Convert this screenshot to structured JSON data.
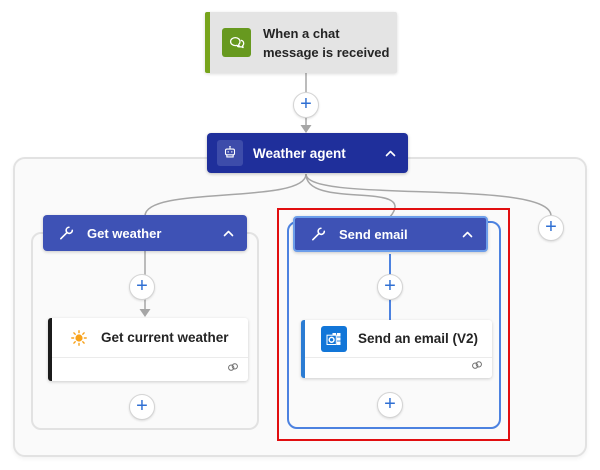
{
  "trigger": {
    "title": "When a chat message is received"
  },
  "agent": {
    "title": "Weather agent"
  },
  "branches": {
    "left": {
      "header": "Get weather",
      "action_title": "Get current weather"
    },
    "right": {
      "header": "Send email",
      "action_title": "Send an email (V2)",
      "selected": true
    }
  },
  "ui": {
    "plus": "+"
  },
  "icons": {
    "trigger": "chat-bubbles-icon",
    "agent": "robot-icon",
    "branch": "wrench-icon",
    "weather_action": "sun-icon",
    "email_action": "outlook-icon",
    "card_footer": "connection-rings-icon",
    "collapse": "chevron-up-icon",
    "add": "plus-icon"
  },
  "colors": {
    "trigger_bg": "#e4e4e4",
    "trigger_accent": "#77a41c",
    "trigger_icon_bg": "#67991f",
    "agent_bg": "#1f2f9b",
    "branch_header_bg": "#3e52b5",
    "selection_blue": "#4c82e0",
    "selection_red": "#e10e10",
    "email_icon_bg": "#1276d8",
    "email_accent": "#2b7cd3",
    "weather_accent": "#1b1b1b",
    "sun": "#f8a21a",
    "plus": "#2f6fd3",
    "connector_gray": "#a6a6a6",
    "scope_border": "#e2e2e2"
  }
}
